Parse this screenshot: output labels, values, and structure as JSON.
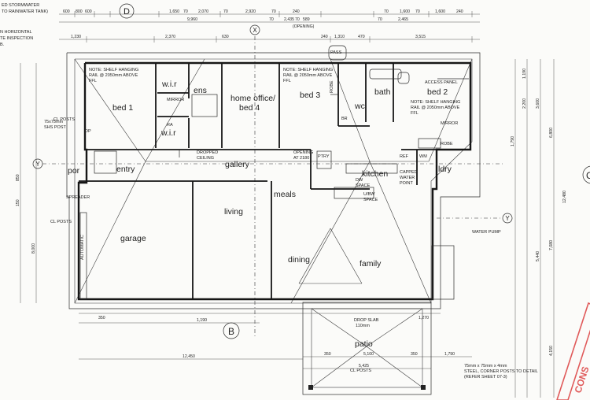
{
  "top_notes": [
    "ED STORMWATER",
    "TO RAINWATER TANK)"
  ],
  "left_notes": [
    "N HORIZONTAL",
    "TE INSPECTION",
    "B."
  ],
  "markers": {
    "d": "D",
    "b": "B",
    "x": "X",
    "y": "Y",
    "c": "C"
  },
  "rooms": {
    "bed1": "bed 1",
    "wir": "w.i.r",
    "ens": "ens",
    "home_office_1": "home office/",
    "home_office_2": "bed 4",
    "bed3": "bed 3",
    "wc": "wc",
    "bath": "bath",
    "bed2": "bed 2",
    "entry": "entry",
    "gallery": "gallery",
    "por": "por",
    "kitchen": "kitchen",
    "ldry": "ldry",
    "living": "living",
    "meals": "meals",
    "garage": "garage",
    "dining": "dining",
    "family": "family",
    "patio": "patio"
  },
  "fixtures": {
    "pass": "PASS",
    "wm": "WM",
    "robe": "ROBE",
    "br": "BR",
    "ptry": "PTRY",
    "ref": "REF",
    "ra": "RA",
    "mirror": "MIRROR",
    "mirror_2": "MIRROR"
  },
  "notes": {
    "shelf_1": "NOTE: SHELF HANGING",
    "shelf_2": "RAIL @ 2050mm ABOVE",
    "shelf_3": "FFL",
    "access_panel": "ACCESS PANEL",
    "dropped_ceiling": "DROPPED",
    "dropped_ceiling_2": "CEILING",
    "opening": "OPENING",
    "opening_2": "AT 2180",
    "drop_slab": "DROP SLAB",
    "drop_slab_2": "110mm",
    "water_pump": "WATER PUMP",
    "capped_water": "CAPPED",
    "capped_water_2": "WATER",
    "capped_water_3": "POINT",
    "shs_post": "75x75mm",
    "shs_post_2": "SHS POST",
    "cl_posts": "CL POSTS",
    "corner_posts_1": "75mm x 75mm x 4mm",
    "corner_posts_2": "STEEL, CORNER POSTS TO DETAIL",
    "corner_posts_3": "(REFER SHEET 07-3)",
    "automatic": "AUTOMATIC",
    "dp": "DP",
    "spreader": "SPREADER",
    "dw_space": "DW",
    "dw_space_2": "SPACE",
    "udw": "U/BW",
    "udw_2": "SPACE"
  },
  "dims_top": {
    "a1": "600",
    "a2": "800",
    "a3": "600",
    "a4": "1,650",
    "a5": "70",
    "a6": "2,070",
    "a7": "70",
    "a8": "2,920",
    "a9": "70",
    "a10": "240",
    "a11": "70",
    "a12": "1,600",
    "a13": "70",
    "a14": "1,600",
    "a15": "240",
    "b1": "9,960",
    "b2": "70",
    "b3": "2,435",
    "b4": "70",
    "b5": "589",
    "b6": "70",
    "b7": "2,465",
    "c1": "1,230",
    "c2": "2,370",
    "c3": "630",
    "c4": "1,310",
    "c5": "470",
    "c6": "3,515",
    "c7": "240",
    "c8": "(OPENING)"
  },
  "dims_bottom": {
    "d1": "350",
    "d2": "1,190",
    "d3": "12,450",
    "d4": "5,100",
    "d5": "5,425",
    "d6": "350",
    "d7": "1,790",
    "d8": "1,270",
    "d9": "350"
  },
  "dims_right": {
    "r1": "6,800",
    "r2": "12,480",
    "r3": "7,080",
    "r4": "4,150",
    "r5": "5,440",
    "r6": "1,190",
    "r7": "2,200",
    "r8": "3,600",
    "r9": "1,790"
  },
  "dims_left": {
    "l1": "8,000",
    "l2": "850",
    "l3": "150"
  },
  "stamp_text": "CONS"
}
